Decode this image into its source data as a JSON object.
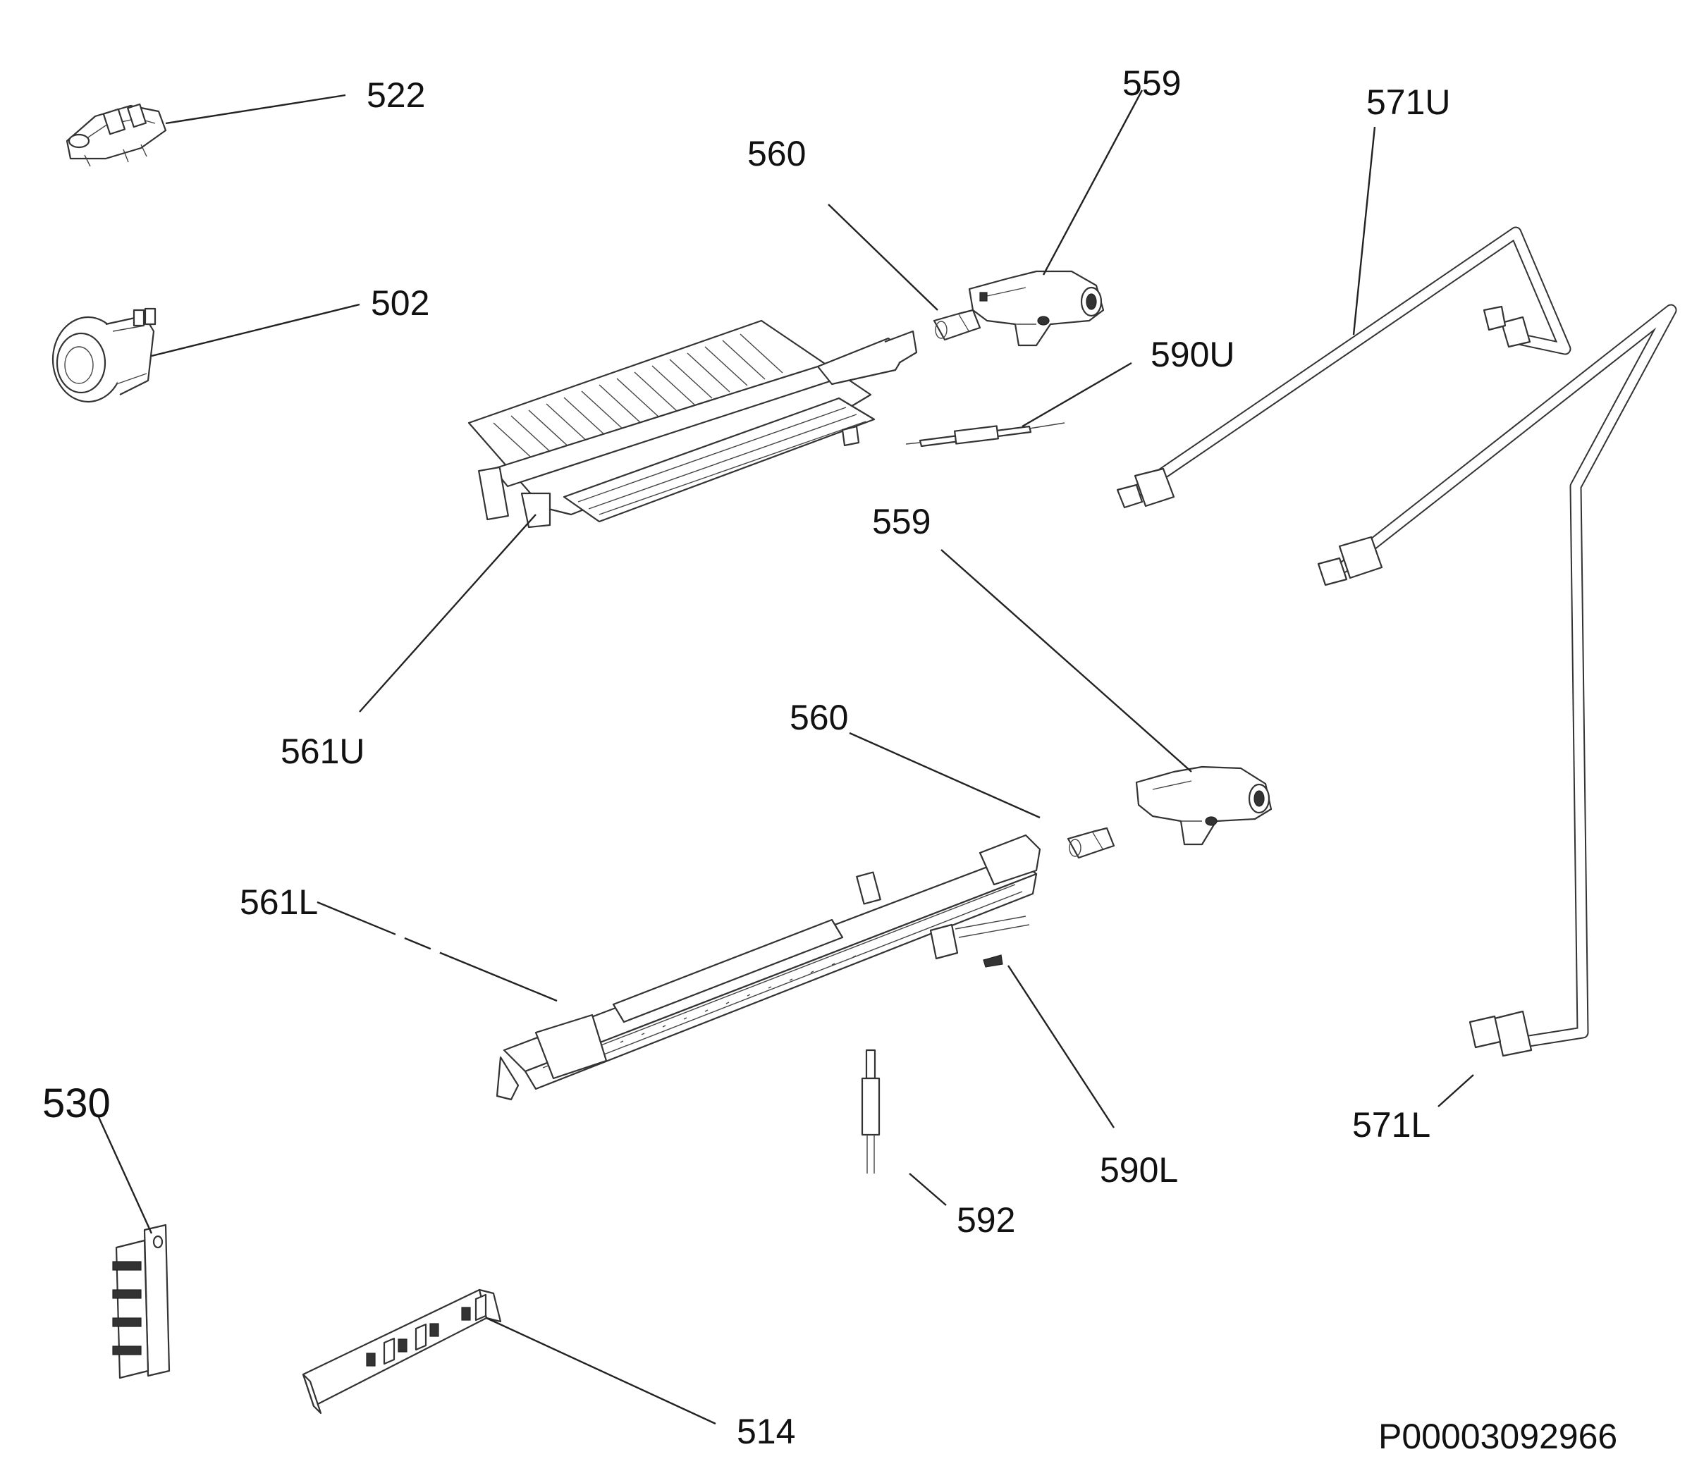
{
  "callouts": {
    "c522": "522",
    "c502": "502",
    "c560_upper": "560",
    "c559_upper": "559",
    "c571U": "571U",
    "c590U": "590U",
    "c559_lower": "559",
    "c561U": "561U",
    "c560_lower": "560",
    "c561L": "561L",
    "c530": "530",
    "c571L": "571L",
    "c590L": "590L",
    "c592": "592",
    "c514": "514"
  },
  "document_code": "P00003092966"
}
